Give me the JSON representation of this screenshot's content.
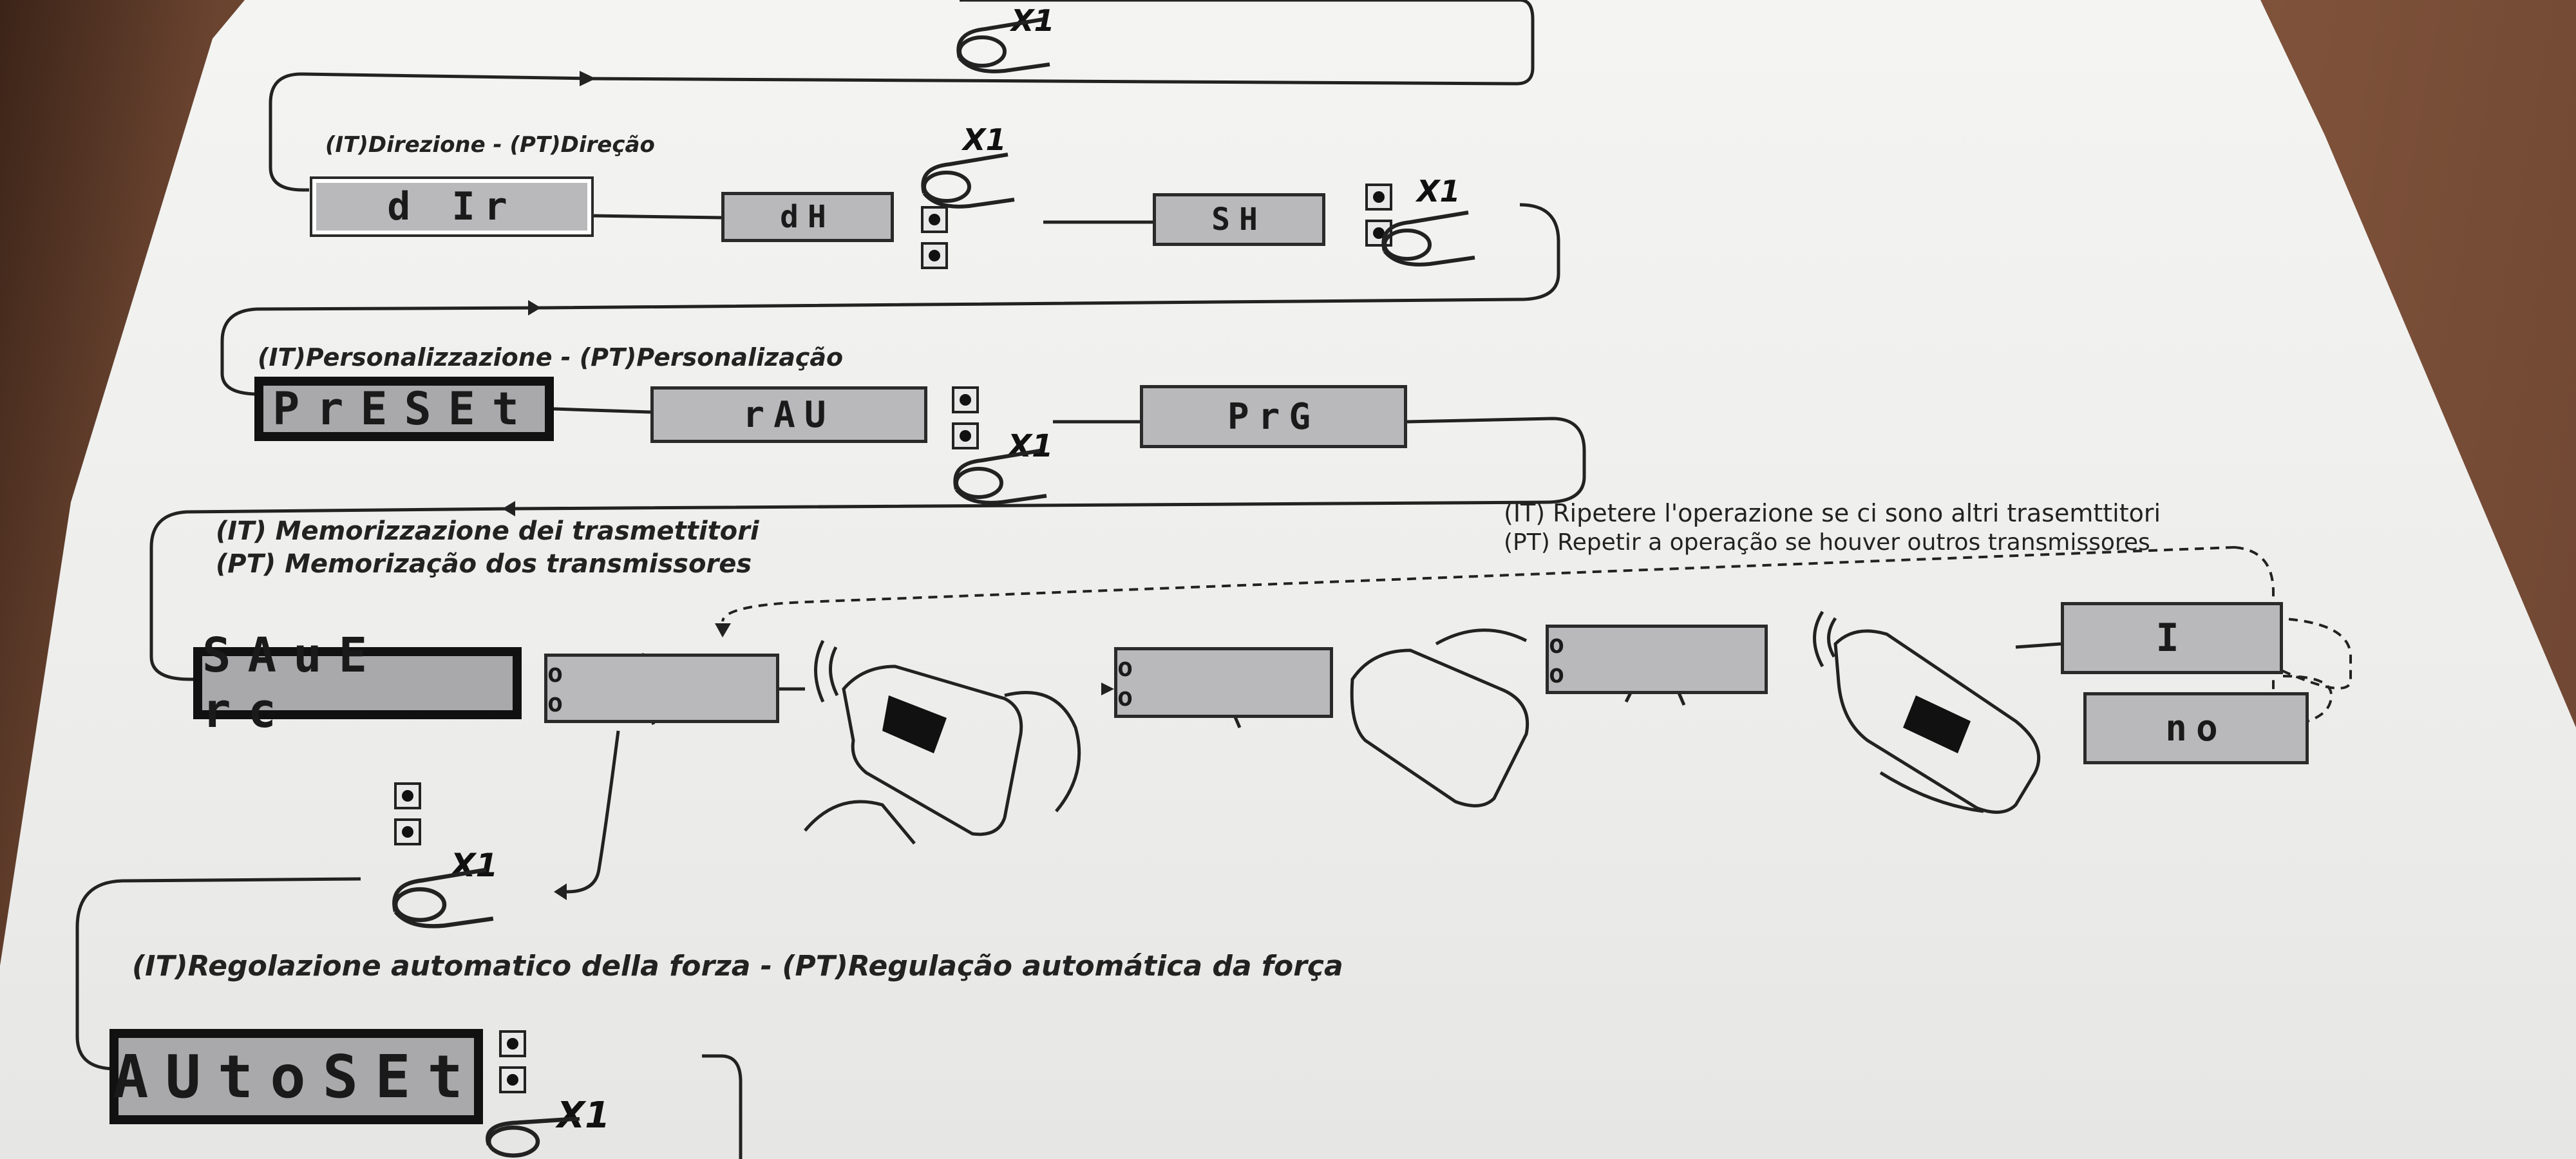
{
  "sections": {
    "direction": {
      "heading": "(IT)Direzione - (PT)Direção",
      "main_display": "d Ir",
      "options": [
        "dH",
        "SH"
      ]
    },
    "personalization": {
      "heading": "(IT)Personalizzazione - (PT)Personalização",
      "main_display": "PrESEt",
      "options": [
        "rAU",
        "PrG"
      ]
    },
    "memorization": {
      "heading_it": "(IT)   Memorizzazione dei trasmettitori",
      "heading_pt": "(PT)   Memorização dos transmissores",
      "repeat_it": "(IT)   Ripetere l'operazione se ci sono altri trasemttitori",
      "repeat_pt": "(PT)   Repetir a operação se houver outros transmissores",
      "main_display": "SAuE rc",
      "flash_display": "o o",
      "choice_yes": "I",
      "choice_no": "no"
    },
    "autoset": {
      "heading": "(IT)Regolazione automatico della forza  - (PT)Regulação automática da força",
      "main_display": "AUtoSEt"
    }
  },
  "press_count_label": "X1"
}
